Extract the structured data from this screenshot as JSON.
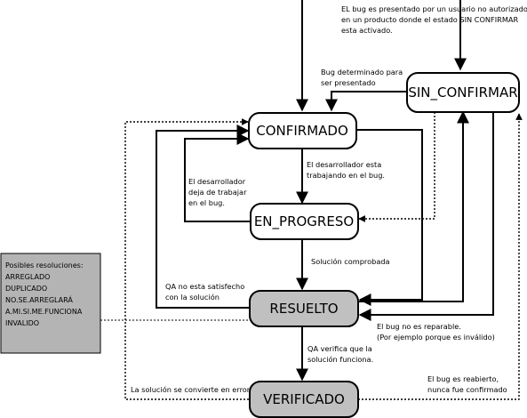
{
  "nodes": {
    "sin_confirmar": "SIN_CONFIRMAR",
    "confirmado": "CONFIRMADO",
    "en_progreso": "EN_PROGRESO",
    "resuelto": "RESUELTO",
    "verificado": "VERIFICADO"
  },
  "labels": {
    "new_bug": [
      "EL bug es presentado por un usuario no autorizado",
      "en un producto donde el estado SIN CONFIRMAR",
      "esta activado."
    ],
    "bug_determined": [
      "Bug determinado para",
      "ser presentado"
    ],
    "dev_working": [
      "El desarrollador esta",
      "trabajando en el bug."
    ],
    "dev_stops": [
      "El desarrollador",
      "deja de trabajar",
      "en el bug."
    ],
    "solution_checked": "Solución comprobada",
    "qa_not_satisfied": [
      "QA no esta satisfecho",
      "con la solución"
    ],
    "not_fixable": [
      "El bug no es reparable.",
      "(Por ejemplo porque es inválido)"
    ],
    "qa_verifies": [
      "QA verifica que la",
      "solución funciona."
    ],
    "solution_error": "La solución se convierte en error",
    "reopened": [
      "El bug es reabierto,",
      "nunca fue confirmado"
    ]
  },
  "legend": {
    "title": "Posibles resoluciones:",
    "items": [
      "ARREGLADO",
      "DUPLICADO",
      "NO.SE.ARREGLARÁ",
      "A.MI.SI.ME.FUNCIONA",
      "INVALIDO"
    ]
  }
}
